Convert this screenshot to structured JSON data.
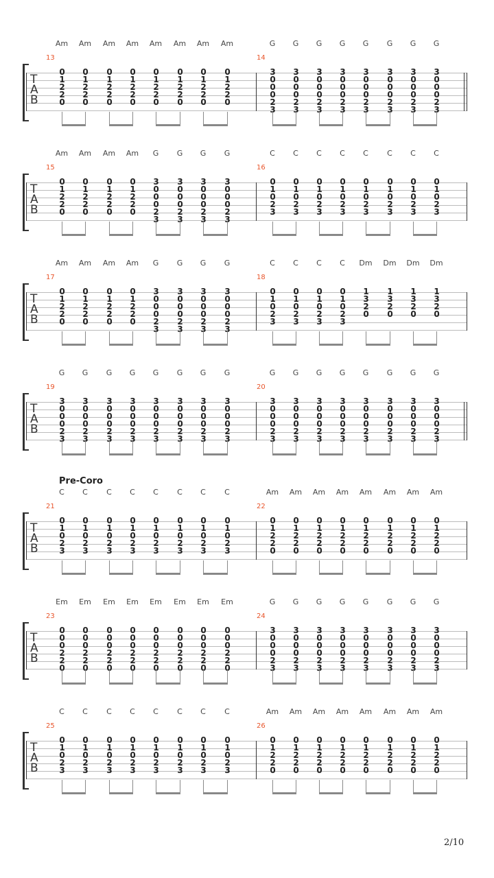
{
  "shapes": {
    "Am": [
      0,
      1,
      2,
      2,
      0,
      null
    ],
    "G": [
      3,
      0,
      0,
      0,
      2,
      3
    ],
    "C": [
      0,
      1,
      0,
      2,
      3,
      null
    ],
    "Dm": [
      1,
      3,
      2,
      0,
      null,
      null
    ],
    "Em": [
      0,
      0,
      0,
      2,
      2,
      0
    ]
  },
  "tab_label": [
    "T",
    "A",
    "B"
  ],
  "systems": [
    {
      "measures": [
        {
          "number": "13",
          "chords": [
            "Am",
            "Am",
            "Am",
            "Am",
            "Am",
            "Am",
            "Am",
            "Am"
          ]
        },
        {
          "number": "14",
          "chords": [
            "G",
            "G",
            "G",
            "G",
            "G",
            "G",
            "G",
            "G"
          ],
          "double_bar": true
        }
      ]
    },
    {
      "measures": [
        {
          "number": "15",
          "chords": [
            "Am",
            "Am",
            "Am",
            "Am",
            "G",
            "G",
            "G",
            "G"
          ]
        },
        {
          "number": "16",
          "chords": [
            "C",
            "C",
            "C",
            "C",
            "C",
            "C",
            "C",
            "C"
          ]
        }
      ]
    },
    {
      "measures": [
        {
          "number": "17",
          "chords": [
            "Am",
            "Am",
            "Am",
            "Am",
            "G",
            "G",
            "G",
            "G"
          ]
        },
        {
          "number": "18",
          "chords": [
            "C",
            "C",
            "C",
            "C",
            "Dm",
            "Dm",
            "Dm",
            "Dm"
          ]
        }
      ]
    },
    {
      "measures": [
        {
          "number": "19",
          "chords": [
            "G",
            "G",
            "G",
            "G",
            "G",
            "G",
            "G",
            "G"
          ]
        },
        {
          "number": "20",
          "chords": [
            "G",
            "G",
            "G",
            "G",
            "G",
            "G",
            "G",
            "G"
          ],
          "double_bar": true
        }
      ]
    },
    {
      "section": "Pre-Coro",
      "measures": [
        {
          "number": "21",
          "chords": [
            "C",
            "C",
            "C",
            "C",
            "C",
            "C",
            "C",
            "C"
          ]
        },
        {
          "number": "22",
          "chords": [
            "Am",
            "Am",
            "Am",
            "Am",
            "Am",
            "Am",
            "Am",
            "Am"
          ]
        }
      ]
    },
    {
      "measures": [
        {
          "number": "23",
          "chords": [
            "Em",
            "Em",
            "Em",
            "Em",
            "Em",
            "Em",
            "Em",
            "Em"
          ]
        },
        {
          "number": "24",
          "chords": [
            "G",
            "G",
            "G",
            "G",
            "G",
            "G",
            "G",
            "G"
          ]
        }
      ]
    },
    {
      "measures": [
        {
          "number": "25",
          "chords": [
            "C",
            "C",
            "C",
            "C",
            "C",
            "C",
            "C",
            "C"
          ]
        },
        {
          "number": "26",
          "chords": [
            "Am",
            "Am",
            "Am",
            "Am",
            "Am",
            "Am",
            "Am",
            "Am"
          ]
        }
      ]
    }
  ],
  "page_number": "2/10"
}
